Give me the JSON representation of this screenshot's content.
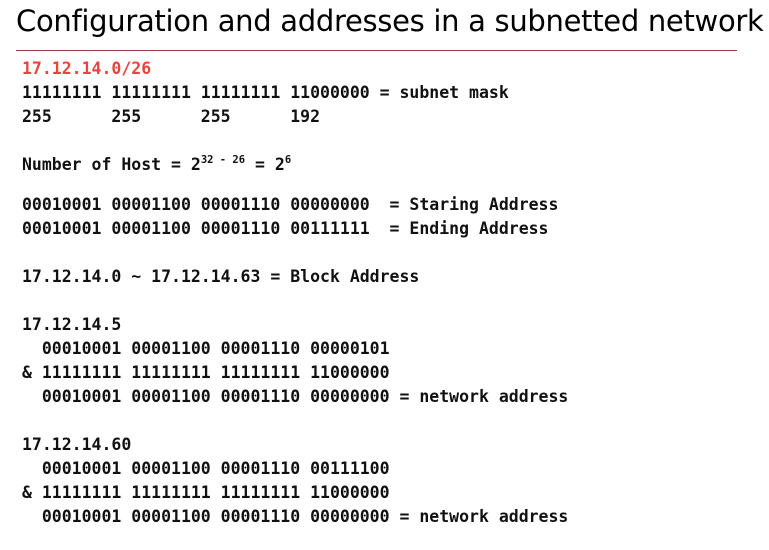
{
  "title": "Configuration and addresses in a subnetted network",
  "accent_color": "#e8453c",
  "rule_color": "#a13b3b",
  "mask_section": {
    "cidr": "17.12.14.0/26",
    "mask_binary": "11111111 11111111 11111111 11000000 = subnet mask",
    "mask_decimal": "255      255      255      192"
  },
  "hosts": {
    "prefix": "Number of Host = 2",
    "exp1": "32 - 26",
    "mid": " = 2",
    "exp2": "6"
  },
  "range": {
    "start": "00010001 00001100 00001110 00000000  = Staring Address",
    "end": "00010001 00001100 00001110 00111111  = Ending Address"
  },
  "block": "17.12.14.0 ~ 17.12.14.63 = Block Address",
  "examples": [
    {
      "ip": "17.12.14.5",
      "ip_binary": "  00010001 00001100 00001110 00000101",
      "mask_line": "& 11111111 11111111 11111111 11000000",
      "result": "  00010001 00001100 00001110 00000000 = network address"
    },
    {
      "ip": "17.12.14.60",
      "ip_binary": "  00010001 00001100 00001110 00111100",
      "mask_line": "& 11111111 11111111 11111111 11000000",
      "result": "  00010001 00001100 00001110 00000000 = network address"
    }
  ]
}
